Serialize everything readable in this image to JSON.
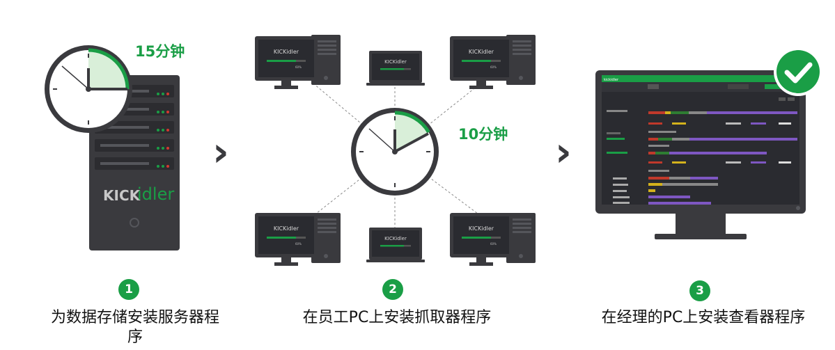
{
  "steps": [
    {
      "number": "1",
      "caption": "为数据存储安装服务器程序",
      "time_label": "15分钟"
    },
    {
      "number": "2",
      "caption": "在员工PC上安装抓取器程序",
      "time_label": "10分钟"
    },
    {
      "number": "3",
      "caption": "在经理的PC上安装查看器程序"
    }
  ],
  "brand": {
    "logo_text_1": "KICK",
    "logo_text_2": "idler",
    "app_name": "kickidler"
  },
  "arrows": [
    "›",
    "›"
  ],
  "colors": {
    "accent": "#1a9e46",
    "dark": "#3a3a3e",
    "screen": "#2a2b30",
    "light_green": "#d9efd9"
  },
  "icons": [
    "clock-icon",
    "server-icon",
    "monitor-icon",
    "laptop-icon",
    "checkmark-icon",
    "chevron-right-icon"
  ]
}
